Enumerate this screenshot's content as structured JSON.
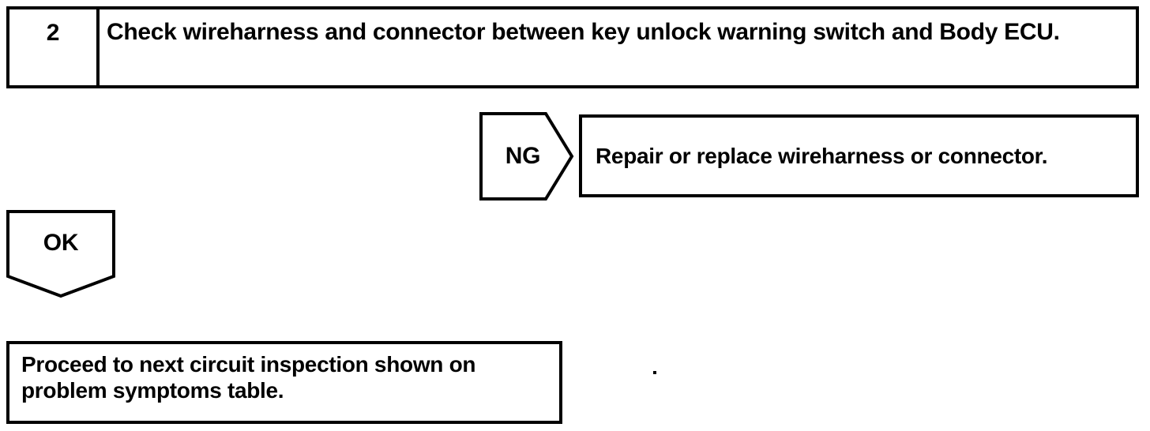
{
  "colors": {
    "ink": "#000000",
    "paper": "#ffffff"
  },
  "flowchart": {
    "step_box": {
      "number": "2",
      "instruction": "Check wireharness and connector between key unlock warning switch and Body ECU."
    },
    "ng_branch": {
      "label": "NG",
      "action": "Repair or replace wireharness or connector."
    },
    "ok_branch": {
      "label": "OK",
      "action": "Proceed to next circuit inspection shown on problem symptoms table."
    }
  }
}
